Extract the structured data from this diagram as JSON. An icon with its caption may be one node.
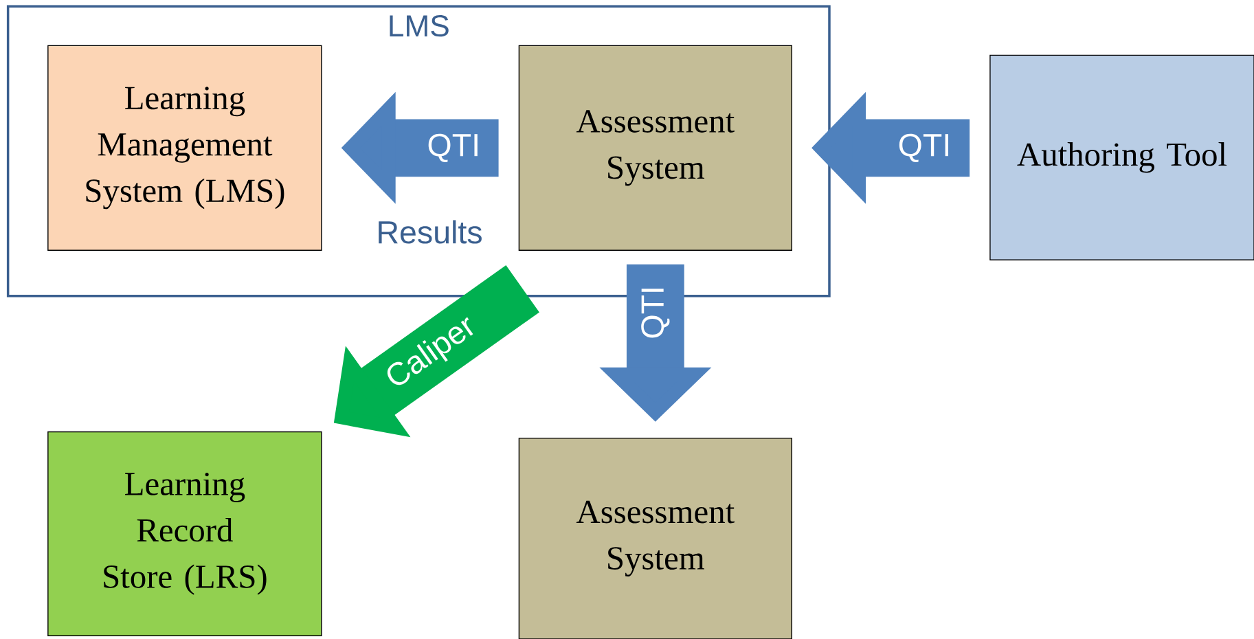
{
  "diagram": {
    "nodes": [
      {
        "text": [
          "LMS"
        ]
      },
      {
        "text": [
          "Learning Management System (LMS)"
        ],
        "in": 0
      },
      {
        "text": [
          "Assessment System"
        ],
        "in": 0
      },
      {
        "text": [
          "Authoring Tool"
        ]
      },
      {
        "text": [
          "Learning Record Store (LRS)"
        ]
      },
      {
        "text": [
          "Assessment System"
        ]
      }
    ],
    "edges": [
      {
        "from": 3,
        "to": 2,
        "arrow": "to",
        "label": "QTI"
      },
      {
        "from": 2,
        "to": 1,
        "arrow": "to",
        "label": "QTI"
      },
      {
        "from": 0,
        "to": 4,
        "arrow": "to",
        "label": "Caliper",
        "color": "#00b050"
      },
      {
        "from": 2,
        "to": 5,
        "arrow": "to",
        "label": "QTI"
      }
    ],
    "labels": [
      "Results"
    ]
  }
}
